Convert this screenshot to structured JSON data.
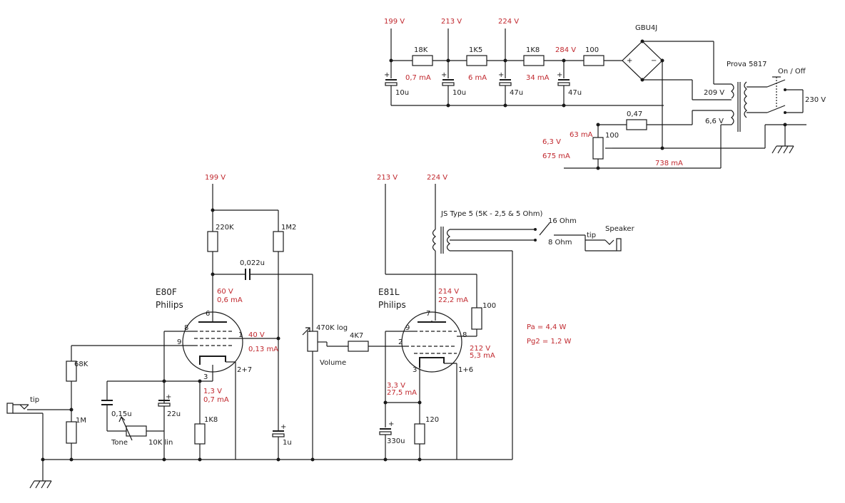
{
  "power_supply": {
    "node_voltages": [
      "199 V",
      "213 V",
      "224 V",
      "284 V"
    ],
    "resistors": [
      "18K",
      "1K5",
      "1K8",
      "100"
    ],
    "currents": [
      "0,7 mA",
      "6 mA",
      "34 mA"
    ],
    "caps": [
      "10u",
      "10u",
      "47u",
      "47u"
    ],
    "rectifier": "GBU4J",
    "transformer": "Prova 5817",
    "secondary_hv": "209 V",
    "secondary_lv": "6,6 V",
    "mains": "230 V",
    "switch": "On / Off",
    "heater_resistor": "0,47",
    "hum_pot": "100",
    "heater_current": "63 mA",
    "heater_voltage": "6,3 V",
    "heater_total": "675 mA",
    "total_current": "738 mA"
  },
  "preamp": {
    "supply": "199 V",
    "tube_type": "E80F",
    "tube_brand": "Philips",
    "anode_resistor": "220K",
    "screen_resistor": "1M2",
    "coupling_cap": "0,022u",
    "anode_voltage": "60 V",
    "anode_current": "0,6 mA",
    "screen_voltage": "40 V",
    "screen_current": "0,13 mA",
    "pins": {
      "p6": "6",
      "p8": "8",
      "p9": "9",
      "p1": "1",
      "p3": "3",
      "p27": "2+7"
    },
    "cathode_voltage": "1,3 V",
    "cathode_current": "0,7 mA",
    "grid_resistor": "68K",
    "input_resistor": "1M",
    "tone_cap": "0,15u",
    "cathode_cap": "22u",
    "cathode_resistor": "1K8",
    "tone_label": "Tone",
    "tone_pot": "10K lin",
    "screen_cap": "1u",
    "input_tip": "tip"
  },
  "power_amp": {
    "volume_pot": "470K log",
    "volume_label": "Volume",
    "grid_stopper": "4K7",
    "supply_screen": "213 V",
    "supply_anode": "224 V",
    "tube_type": "E81L",
    "tube_brand": "Philips",
    "output_transformer": "JS Type 5 (5K - 2,5 & 5 Ohm)",
    "tap_16": "16 Ohm",
    "tap_8": "8 Ohm",
    "speaker_tip": "tip",
    "speaker": "Speaker",
    "anode_voltage": "214 V",
    "anode_current": "22,2 mA",
    "screen_resistor": "100",
    "screen_voltage": "212 V",
    "screen_current": "5,3 mA",
    "cathode_voltage": "3,3 V",
    "cathode_current": "27,5 mA",
    "cathode_cap": "330u",
    "cathode_resistor": "120",
    "pins": {
      "p7": "7",
      "p9": "9",
      "p8": "8",
      "p2": "2",
      "p3": "3",
      "p16": "1+6"
    },
    "pa": "Pa = 4,4 W",
    "pg2": "Pg2 = 1,2 W"
  }
}
